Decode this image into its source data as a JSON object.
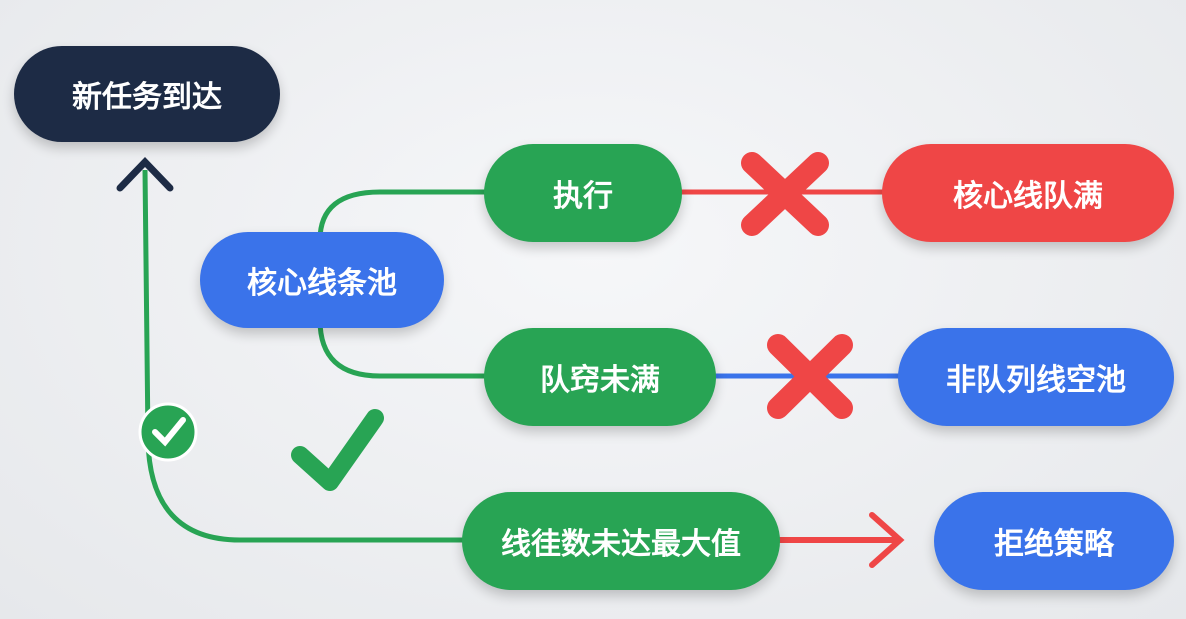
{
  "nodes": {
    "start": "新任务到达",
    "core_pool": "核心线条池",
    "execute": "执行",
    "core_full": "核心线队满",
    "queue_not_full": "队窍未满",
    "non_queue_pool": "非队列线空池",
    "threads_not_max": "线徍数未达最大值",
    "reject": "拒绝策略"
  },
  "colors": {
    "navy": "#1d2b45",
    "green": "#28a454",
    "blue": "#3a73ea",
    "red": "#ef4646"
  }
}
